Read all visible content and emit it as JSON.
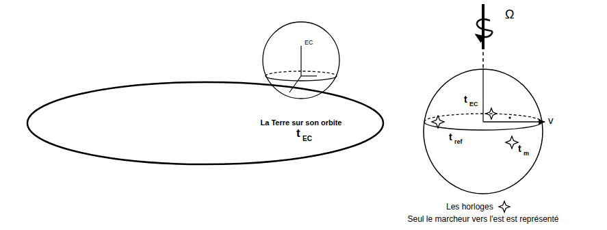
{
  "diagram": {
    "nodes": [
      {
        "text": [
          "La Terre sur son orbite",
          "t",
          "EC"
        ]
      },
      {
        "text": [
          "EC"
        ]
      },
      {
        "text": [
          "t",
          "EC",
          "t",
          "ref",
          "t",
          "m"
        ]
      }
    ],
    "labels": [
      "Ω",
      "v",
      "Seul le marcheur vers l'est est représenté"
    ],
    "legend": [
      {
        "text": "Les horloges"
      }
    ]
  }
}
